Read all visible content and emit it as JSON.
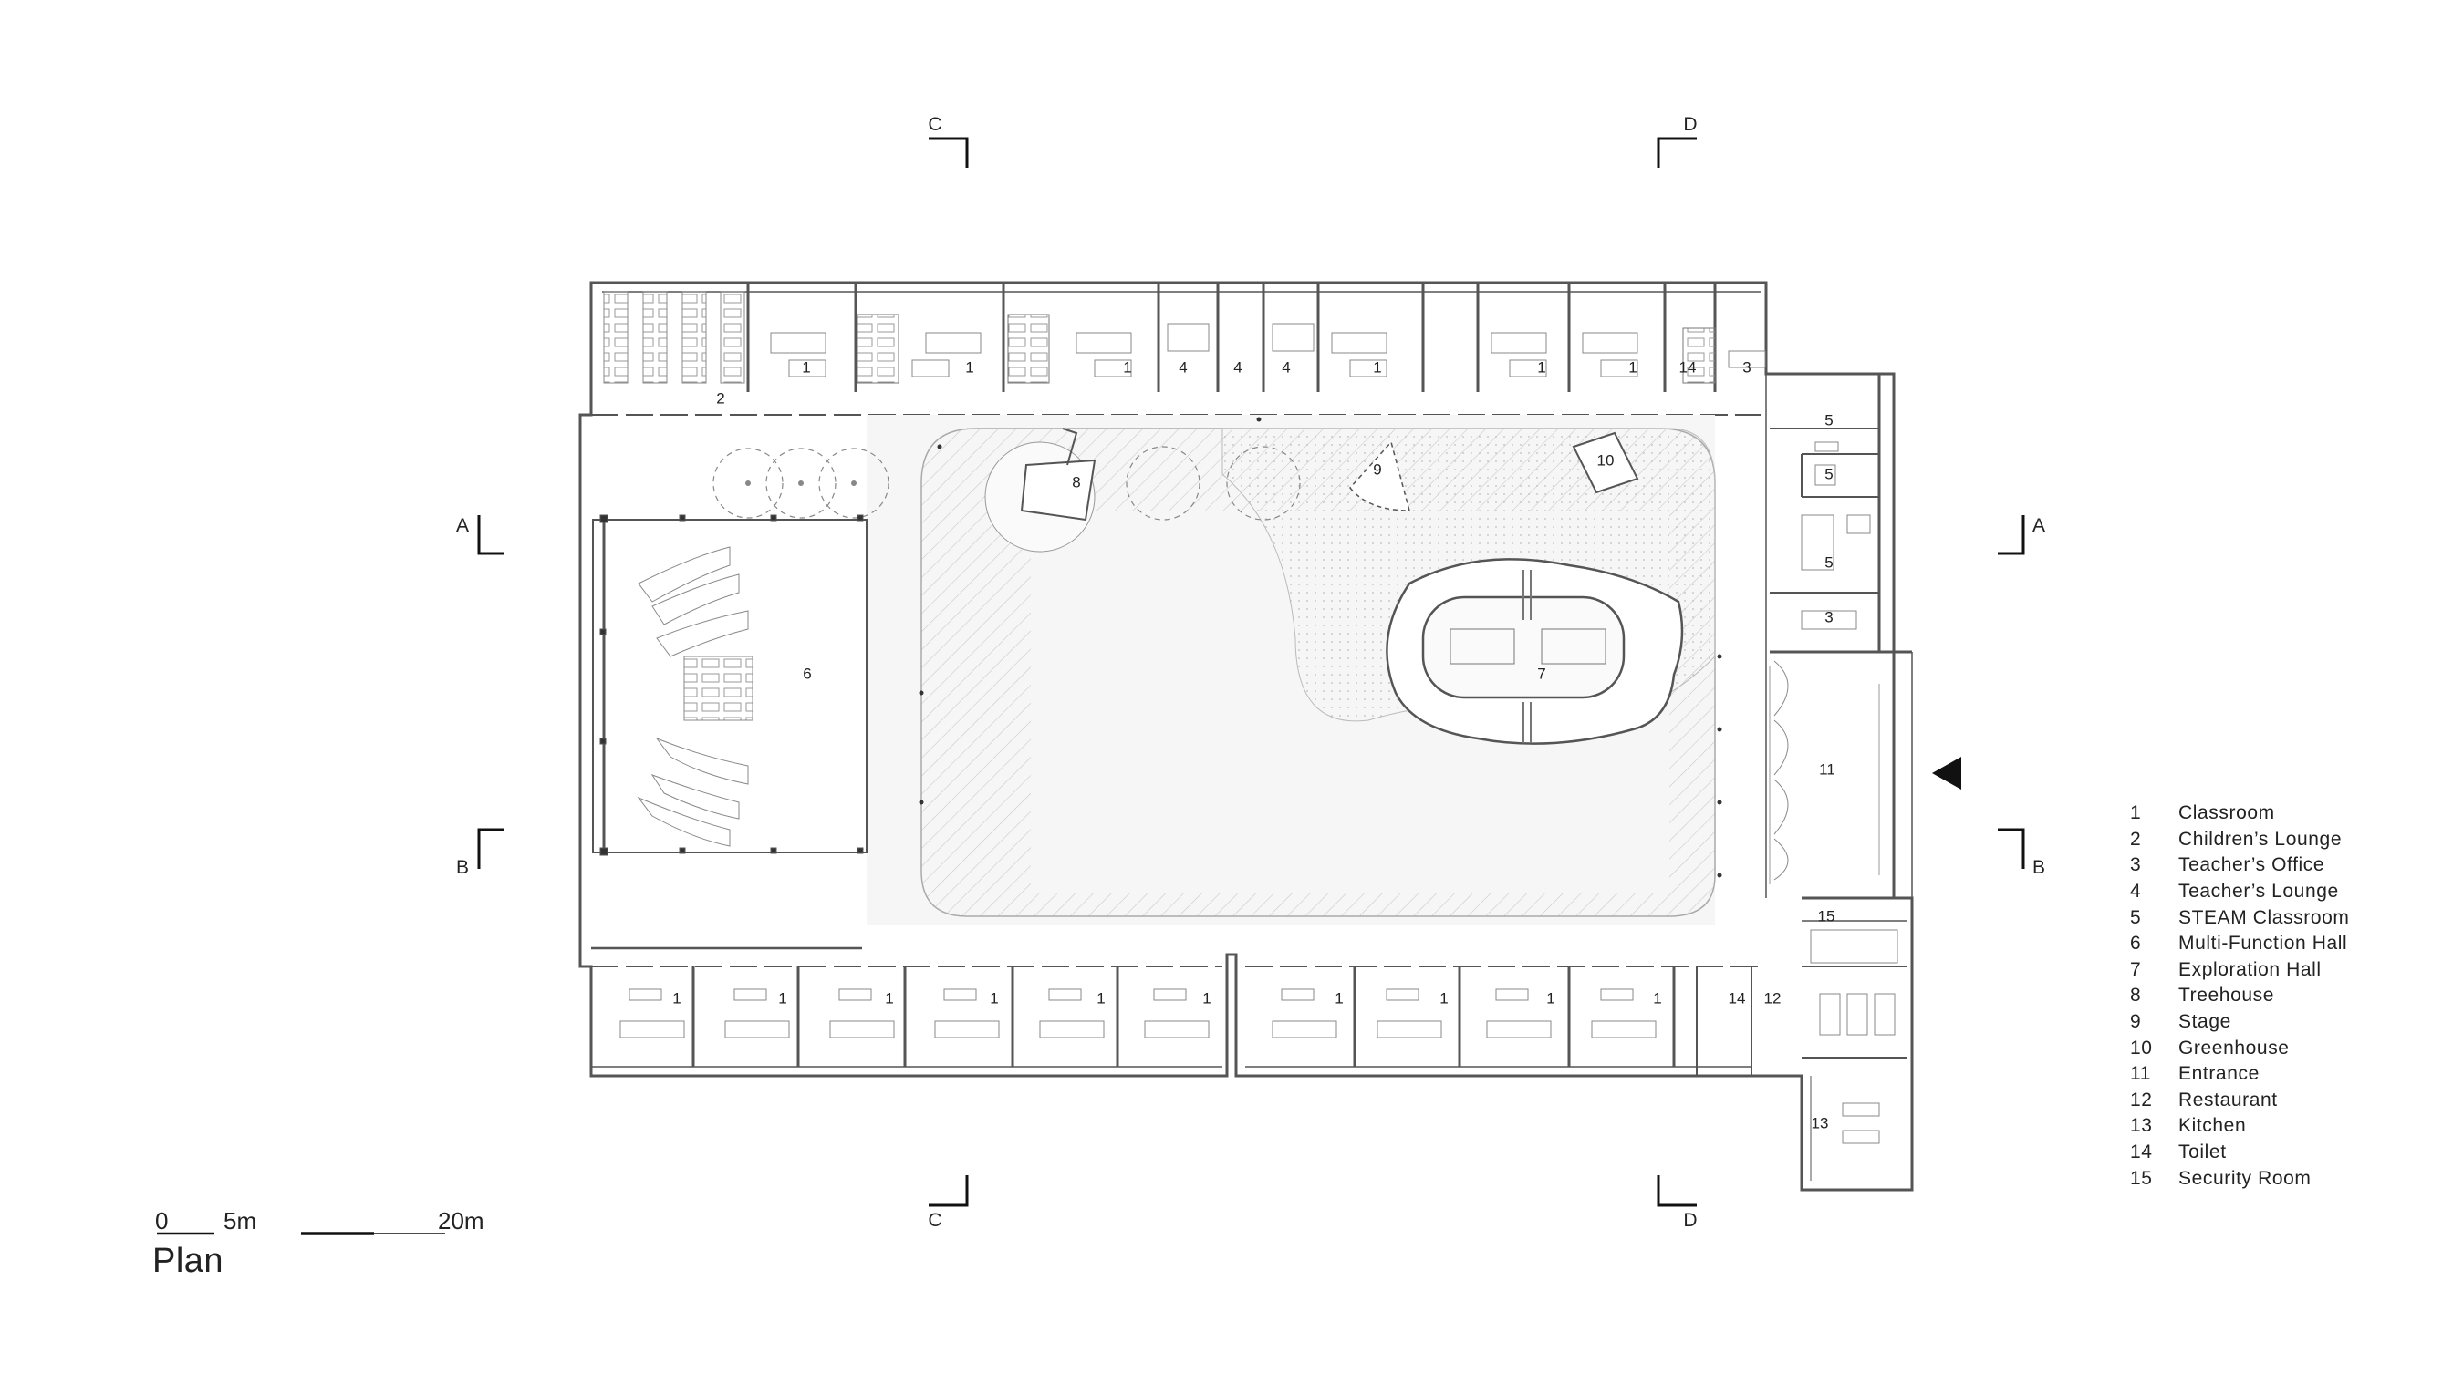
{
  "title": "Plan",
  "scale_bar": {
    "labels": [
      "0",
      "5m",
      "20m"
    ]
  },
  "section_marks": {
    "top": [
      "C",
      "D"
    ],
    "bottom": [
      "C",
      "D"
    ],
    "left": [
      "A",
      "B"
    ],
    "right": [
      "A",
      "B"
    ]
  },
  "legend": [
    {
      "num": "1",
      "name": "Classroom"
    },
    {
      "num": "2",
      "name": "Children’s Lounge"
    },
    {
      "num": "3",
      "name": "Teacher’s Office"
    },
    {
      "num": "4",
      "name": "Teacher’s Lounge"
    },
    {
      "num": "5",
      "name": "STEAM Classroom"
    },
    {
      "num": "6",
      "name": "Multi-Function Hall"
    },
    {
      "num": "7",
      "name": "Exploration Hall"
    },
    {
      "num": "8",
      "name": "Treehouse"
    },
    {
      "num": "9",
      "name": "Stage"
    },
    {
      "num": "10",
      "name": "Greenhouse"
    },
    {
      "num": "11",
      "name": "Entrance"
    },
    {
      "num": "12",
      "name": "Restaurant"
    },
    {
      "num": "13",
      "name": "Kitchen"
    },
    {
      "num": "14",
      "name": "Toilet"
    },
    {
      "num": "15",
      "name": "Security Room"
    }
  ],
  "room_labels": {
    "north": [
      "2",
      "1",
      "1",
      "1",
      "4",
      "4",
      "4",
      "1",
      "1",
      "1",
      "14",
      "3"
    ],
    "east": [
      "5",
      "5",
      "5",
      "3"
    ],
    "center": [
      "6",
      "7",
      "8",
      "9",
      "10",
      "11"
    ],
    "south": [
      "1",
      "1",
      "1",
      "1",
      "1",
      "1",
      "1",
      "1",
      "1",
      "1",
      "14",
      "12",
      "15",
      "13"
    ]
  }
}
